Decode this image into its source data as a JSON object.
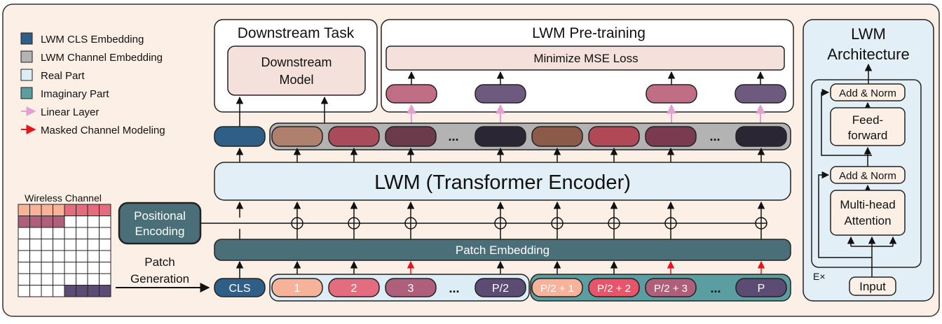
{
  "legend": {
    "cls": "LWM CLS Embedding",
    "channel": "LWM Channel Embedding",
    "real": "Real Part",
    "imag": "Imaginary Part",
    "linear": "Linear Layer",
    "masked": "Masked Channel Modeling"
  },
  "downstream": {
    "title": "Downstream Task",
    "model_line1": "Downstream",
    "model_line2": "Model"
  },
  "pretraining": {
    "title": "LWM Pre-training",
    "loss": "Minimize MSE Loss"
  },
  "encoder": {
    "label": "LWM (Transformer Encoder)"
  },
  "wireless": {
    "title": "Wireless Channel"
  },
  "positional": {
    "line1": "Positional",
    "line2": "Encoding"
  },
  "patch_embedding": {
    "label": "Patch Embedding"
  },
  "patch_generation": {
    "line1": "Patch",
    "line2": "Generation"
  },
  "tokens": {
    "cls": "CLS",
    "t1": "1",
    "t2": "2",
    "t3": "3",
    "ellipsis": "...",
    "half": "P/2",
    "h1": "P/2 + 1",
    "h2": "P/2 + 2",
    "h3": "P/2 + 3",
    "last": "P"
  },
  "architecture": {
    "title_line1": "LWM",
    "title_line2": "Architecture",
    "addnorm_top": "Add & Norm",
    "ff_line1": "Feed-",
    "ff_line2": "forward",
    "addnorm_bottom": "Add & Norm",
    "mha_line1": "Multi-head",
    "mha_line2": "Attention",
    "repeat": "E×",
    "input": "Input"
  },
  "colors": {
    "background_panel": "#fcefe6",
    "cls_blue": "#2f5f86",
    "channel_gray": "#b3b3b3",
    "real_light": "#dcedf6",
    "imag_teal": "#5b9ea2",
    "linear_arrow": "#e3a1d1",
    "masked_arrow": "#e8141d",
    "patch_embedding": "#4a6f78"
  }
}
